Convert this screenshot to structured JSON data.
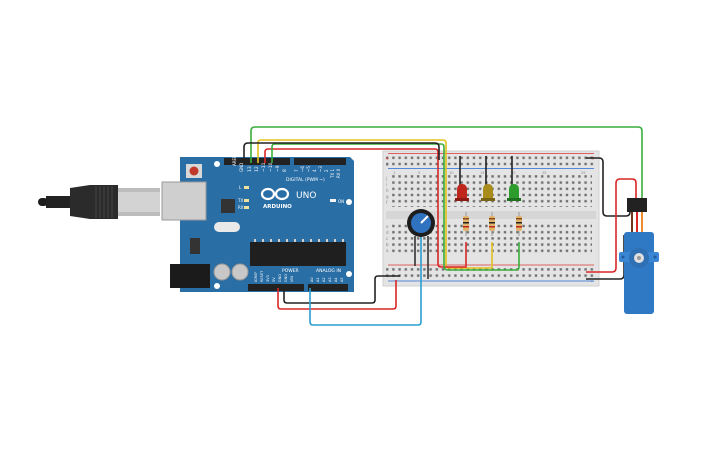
{
  "board": {
    "brand": "ARDUINO",
    "model": "UNO",
    "digital_label": "DIGITAL (PWM ~)",
    "power_label": "POWER",
    "analog_label": "ANALOG IN",
    "on_label": "ON",
    "tx_label": "TX",
    "rx_label": "RX",
    "l_label": "L",
    "gnd_label": "GND",
    "aref_label": "AREF",
    "pin_13": "13",
    "pin_12": "12",
    "pin_11": "~11",
    "pin_10": "~10",
    "pin_9": "~9",
    "pin_8": "8",
    "pins_right": [
      "7",
      "~6",
      "~5",
      "4",
      "~3",
      "2",
      "TX 1",
      "RX 0"
    ],
    "power_pins": [
      "IOREF",
      "RESET",
      "3V3",
      "5V",
      "GND",
      "GND",
      "VIN"
    ],
    "analog_pins": [
      "A0",
      "A1",
      "A2",
      "A3",
      "A4",
      "A5"
    ]
  },
  "breadboard": {
    "plus": "+",
    "minus": "-",
    "rows_top": [
      "j",
      "i",
      "h",
      "g",
      "f"
    ],
    "rows_bottom": [
      "e",
      "d",
      "c",
      "b",
      "a"
    ],
    "col_numbers": [
      "1",
      "5",
      "10",
      "15",
      "20",
      "25",
      "29"
    ]
  },
  "colors": {
    "board": "#2a6ea6",
    "breadboard": "#e4e4e4",
    "wire_red": "#d92626",
    "wire_black": "#222222",
    "wire_green": "#3aae3a",
    "wire_yellow": "#e3c21e",
    "wire_blue": "#2a9fd0",
    "wire_orange": "#ec8a2e",
    "led_red": "#c0271c",
    "led_yellow": "#a88c1c",
    "led_green": "#2c9c2c",
    "servo": "#2f78c4"
  }
}
